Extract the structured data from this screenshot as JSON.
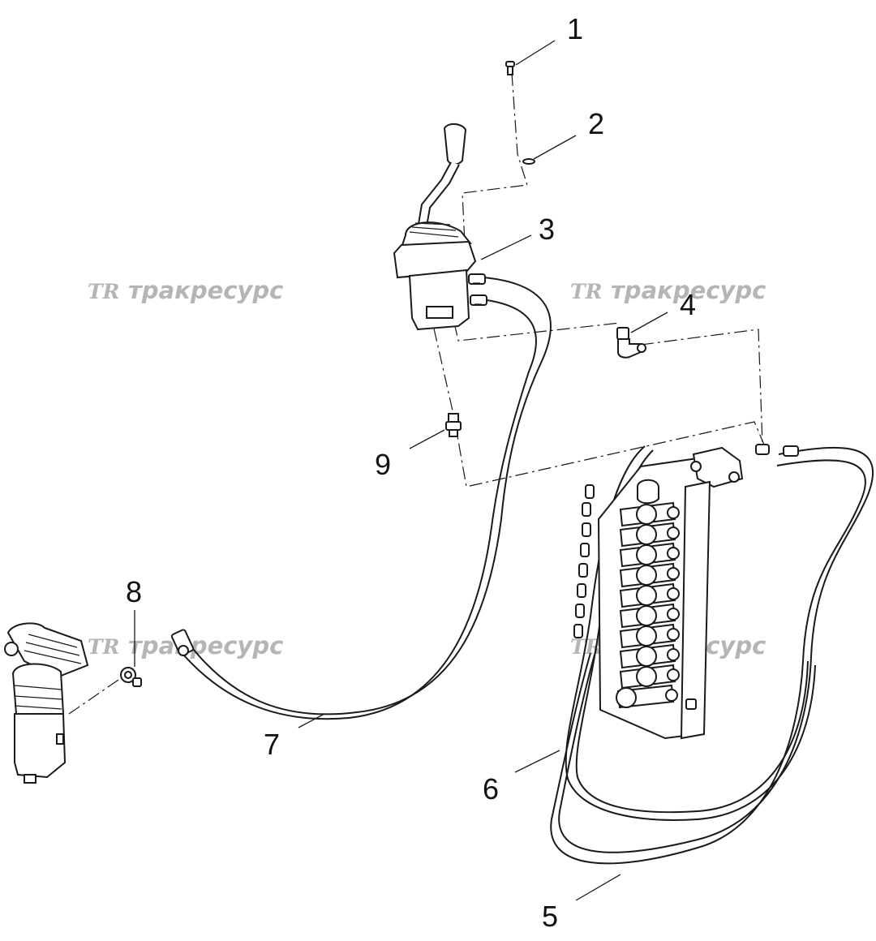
{
  "watermark": {
    "logo": "TR",
    "text": "тракресурс"
  },
  "callouts": [
    "1",
    "2",
    "3",
    "4",
    "5",
    "6",
    "7",
    "8",
    "9"
  ],
  "parts": [
    "screw-part-1",
    "washer-part-2",
    "joystick-control-unit-part-3",
    "elbow-fitting-part-4",
    "hose-pair-part-5",
    "hose-pair-part-6",
    "hose-pair-part-7",
    "fitting-part-8",
    "adapter-part-9",
    "hydraulic-valve-block",
    "foot-pedal-unit"
  ],
  "colors": {
    "line": "#1a1a1a",
    "watermark": "#b5b5b5",
    "background": "#ffffff"
  }
}
